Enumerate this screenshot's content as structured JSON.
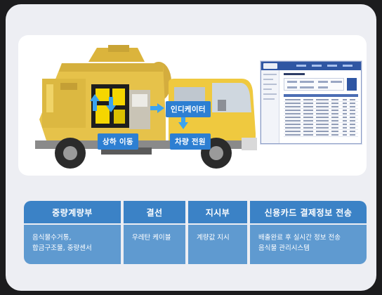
{
  "labels": {
    "up_down": "상하 이동",
    "indicator": "인디케이터",
    "vehicle_power": "차량 전원"
  },
  "table": [
    {
      "header": "중량계량부",
      "lines": [
        "음식물수거통,",
        "합금구조물, 중량센서"
      ]
    },
    {
      "header": "결선",
      "lines": [
        "우레탄 케이블"
      ]
    },
    {
      "header": "지시부",
      "lines": [
        "계량값 지시"
      ]
    },
    {
      "header": "신용카드 결제정보 전송",
      "lines": [
        "배출완료 후 실시간 정보 전송",
        "음식물 관리시스템"
      ]
    }
  ],
  "colors": {
    "truck_yellow": "#e9c64a",
    "label_blue": "#2d7fd2",
    "table_header_blue": "#3b82c6",
    "table_body_blue": "#5f9ad0",
    "software_navy": "#2f56a3"
  },
  "icons": [
    "arrow-up-icon",
    "arrow-down-icon",
    "arrow-right-icon"
  ]
}
